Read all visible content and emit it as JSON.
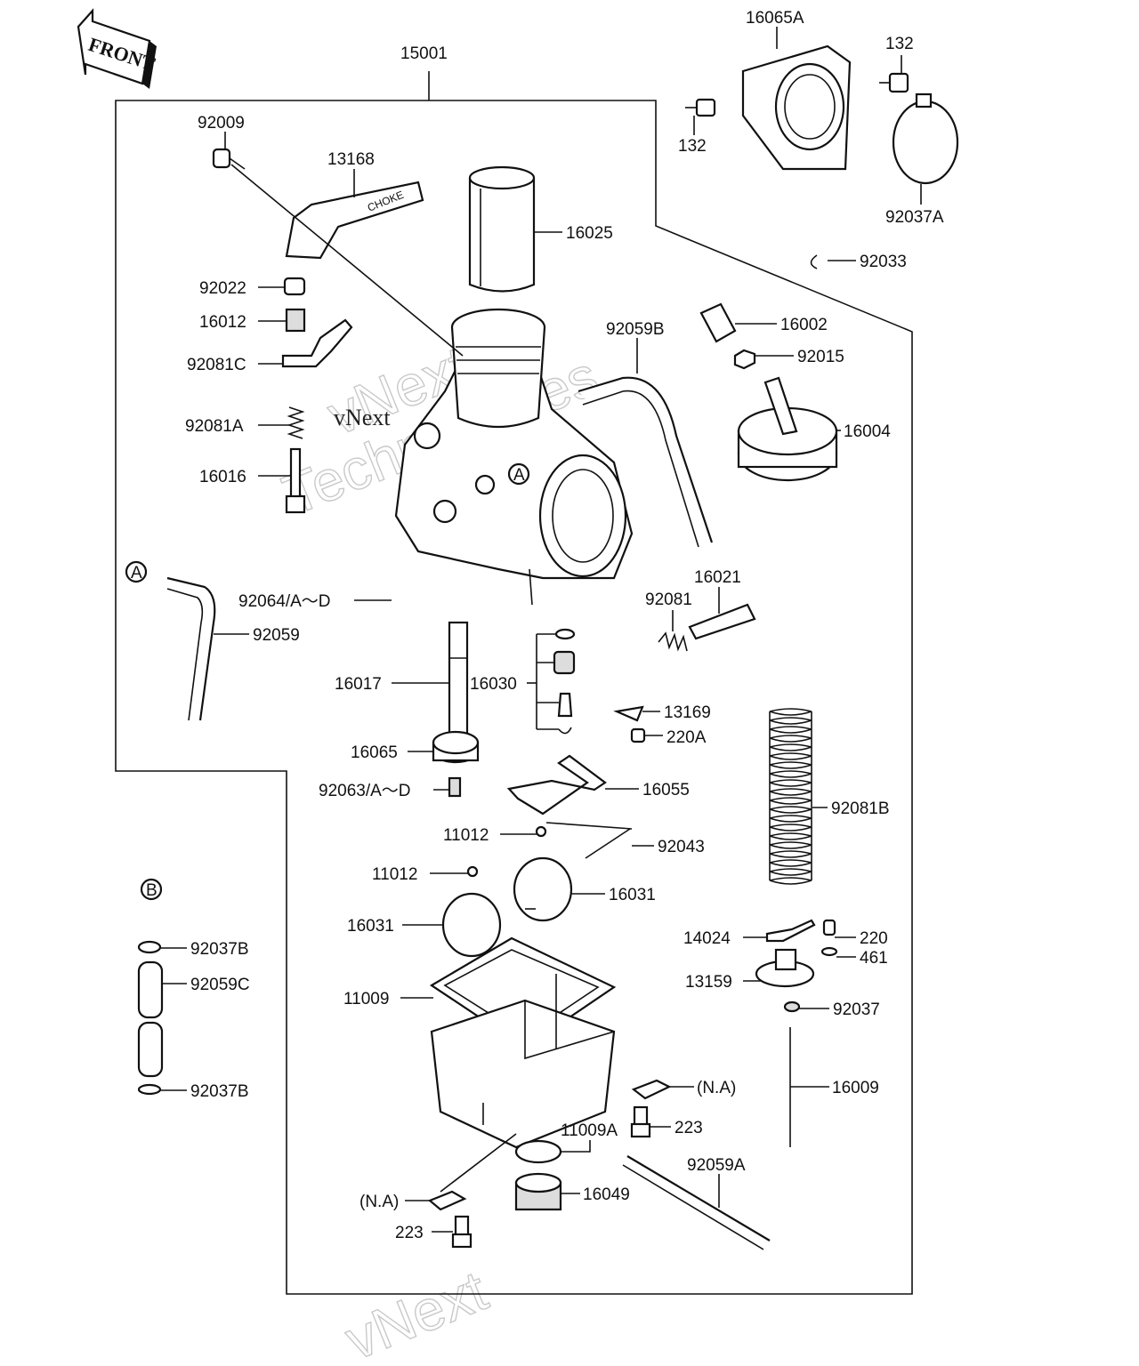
{
  "front_arrow": {
    "text": "FRONT"
  },
  "watermark": {
    "line1": "vNext",
    "line2": "Technologies"
  },
  "choke_text": "CHOKE",
  "callouts": {
    "a_main": "A",
    "a_left": "A",
    "b_left": "B"
  },
  "labels": {
    "p15001": "15001",
    "p16065A": "16065A",
    "p132_top": "132",
    "p132_left": "132",
    "p92037A": "92037A",
    "p92009": "92009",
    "p13168": "13168",
    "p16025": "16025",
    "p92033": "92033",
    "p92022": "92022",
    "p16012": "16012",
    "p16002": "16002",
    "p92081C": "92081C",
    "p92059B": "92059B",
    "p92015": "92015",
    "p92081A": "92081A",
    "p16004": "16004",
    "p16016": "16016",
    "p16021": "16021",
    "p92064": "92064/A～D",
    "p92081": "92081",
    "p92059": "92059",
    "p16017": "16017",
    "p16030": "16030",
    "p13169": "13169",
    "p220A": "220A",
    "p16065": "16065",
    "p92063": "92063/A～D",
    "p16055": "16055",
    "p92081B": "92081B",
    "p11012_a": "11012",
    "p92043": "92043",
    "p11012_b": "11012",
    "p16031_r": "16031",
    "p16031_l": "16031",
    "p92037B_top": "92037B",
    "p14024": "14024",
    "p220": "220",
    "p461": "461",
    "p92059C": "92059C",
    "p13159": "13159",
    "p11009": "11009",
    "p92037": "92037",
    "p92037B_bot": "92037B",
    "pNA_r": "(N.A)",
    "p16009": "16009",
    "p223_r": "223",
    "p11009A": "11009A",
    "p92059A": "92059A",
    "p16049": "16049",
    "pNA_l": "(N.A)",
    "p223_l": "223"
  }
}
